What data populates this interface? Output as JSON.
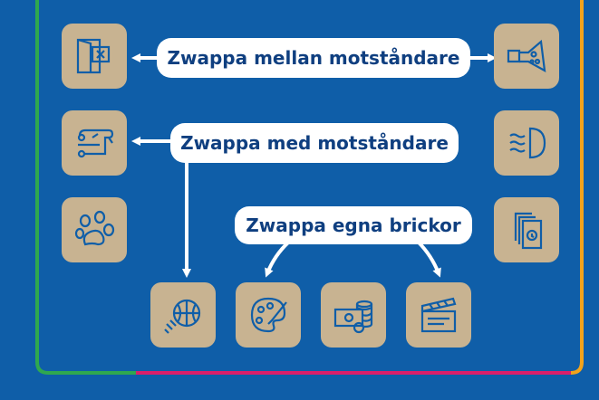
{
  "colors": {
    "background": "#0f5ea8",
    "tile": "#c8b391",
    "icon_stroke": "#0f5ea8",
    "label_text": "#0f3f80",
    "border_left": "#2fa84f",
    "border_bottom": "#d91f6a",
    "border_right": "#f2a31b"
  },
  "labels": {
    "swap_between_opponents": "Zwappa mellan motståndare",
    "swap_with_opponent": "Zwappa med motståndare",
    "swap_own_tiles": "Zwappa egna brickor"
  },
  "tiles": {
    "left_top": "box-icon",
    "left_middle": "scroll-icon",
    "left_bottom": "paw-icon",
    "right_top": "flask-icon",
    "right_middle": "headlight-icon",
    "right_bottom": "cards-icon",
    "bottom_1": "basketball-icon",
    "bottom_2": "palette-icon",
    "bottom_3": "money-icon",
    "bottom_4": "clapperboard-icon"
  }
}
